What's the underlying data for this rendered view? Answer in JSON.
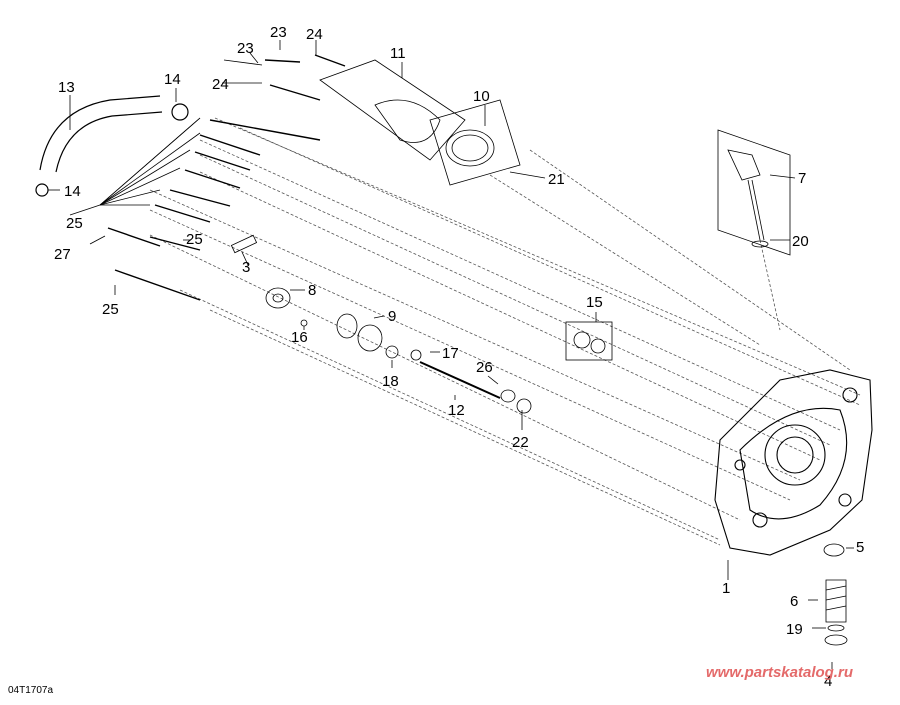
{
  "diagram": {
    "callouts": {
      "c1": "1",
      "c3": "3",
      "c4": "4",
      "c5": "5",
      "c6": "6",
      "c7": "7",
      "c8": "8",
      "c9": "9",
      "c10": "10",
      "c11": "11",
      "c12": "12",
      "c13": "13",
      "c14a": "14",
      "c14b": "14",
      "c15": "15",
      "c16": "16",
      "c17": "17",
      "c18": "18",
      "c19": "19",
      "c20": "20",
      "c21": "21",
      "c22": "22",
      "c23a": "23",
      "c23b": "23",
      "c24a": "24",
      "c24b": "24",
      "c25a": "25",
      "c25b": "25",
      "c25c": "25",
      "c26": "26",
      "c27": "27"
    },
    "drawing_code": "04T1707a",
    "watermark": "www.partskatalog.ru"
  }
}
